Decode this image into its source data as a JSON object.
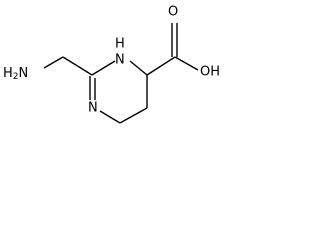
{
  "molecule": {
    "atoms": {
      "aminomethyl_nh2": "H2N",
      "ring_nh": "N",
      "ring_nh_h": "H",
      "ring_n": "N",
      "hydroxyl": "OH",
      "carbonyl_o": "O"
    }
  },
  "colors": {
    "bond": "#000000",
    "background": "#ffffff"
  }
}
